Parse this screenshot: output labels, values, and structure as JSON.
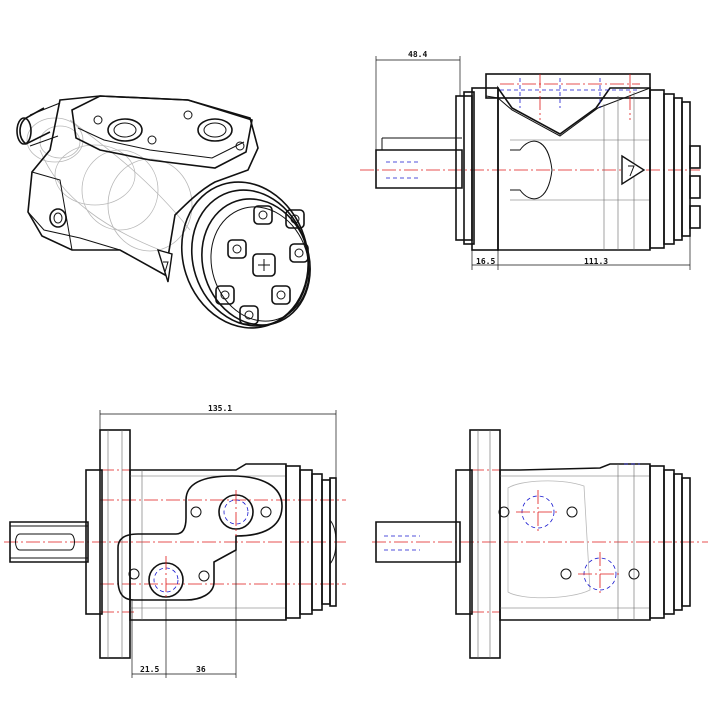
{
  "colors": {
    "outline": "#111111",
    "centerline": "#e01818",
    "hidden_line": "#1a1ad0",
    "ghost_line": "#b8b8b8"
  },
  "dimensions": {
    "flange_to_port": "48.4",
    "flange_thickness": "16.5",
    "body_length": "111.3",
    "overall_length": "135.1",
    "port_offset_a": "21.5",
    "port_offset_b": "36"
  },
  "icons": {
    "brand_logo": "triangle-logo-icon"
  }
}
